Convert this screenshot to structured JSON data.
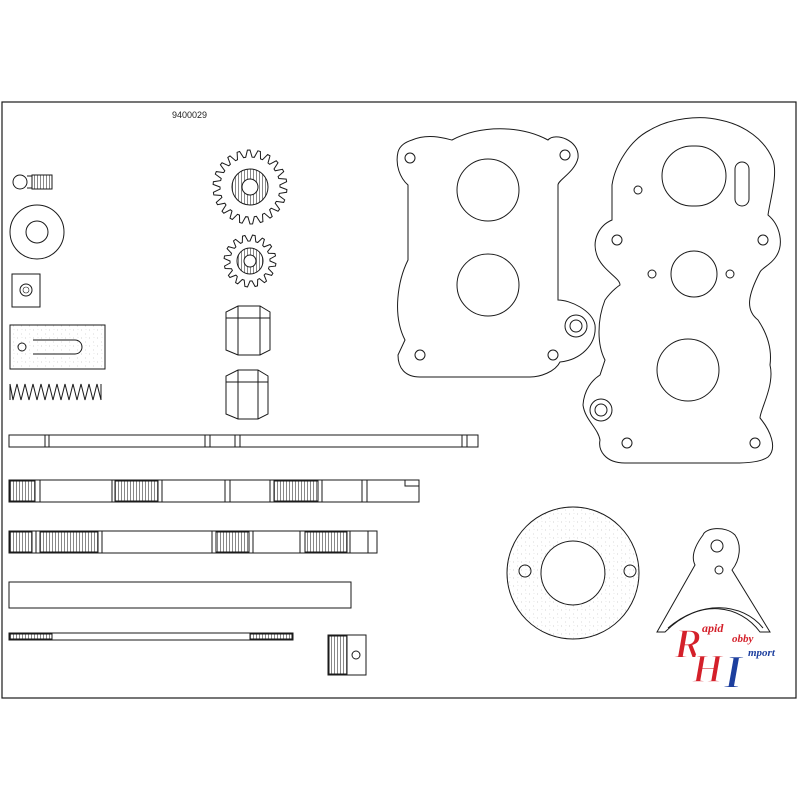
{
  "sheet": {
    "part_number": "9400029"
  },
  "logo": {
    "letter_r": "R",
    "letter_h": "H",
    "letter_i": "I",
    "word_1": "apid",
    "word_2": "obby",
    "word_3": "mport",
    "colors": {
      "red": "#d4202a",
      "blue": "#1d3f9e",
      "outline": "#ffffff"
    }
  },
  "colors": {
    "line": "#1a1a1a",
    "paper": "#ffffff",
    "hatch": "#777777"
  }
}
